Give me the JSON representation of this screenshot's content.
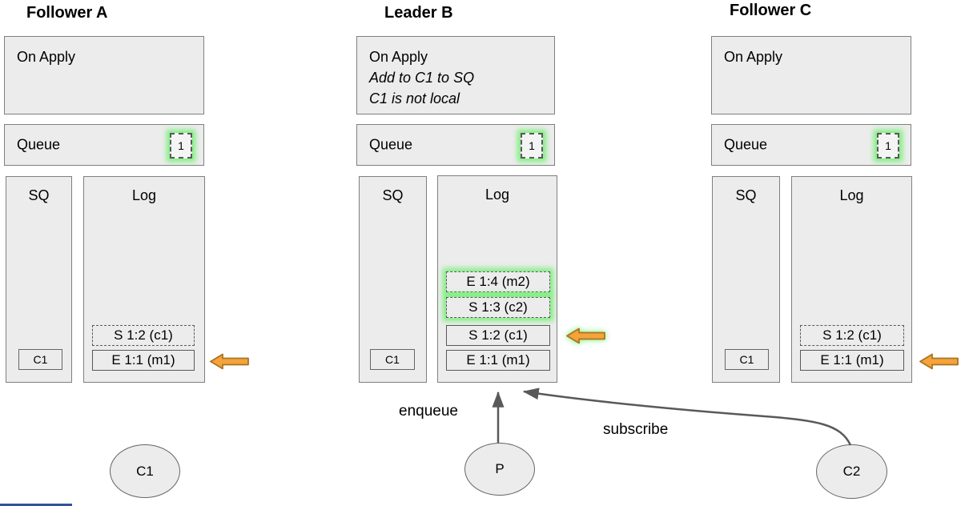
{
  "colors": {
    "box_fill": "#ececec",
    "box_border": "#7f7f7f",
    "entry_border": "#595959",
    "glow_green": "#6ef06e",
    "arrow_orange_fill": "#f6a33b",
    "arrow_orange_border": "#a87422",
    "connector_gray": "#595959",
    "bottom_stripe_blue": "#2f5597"
  },
  "nodes": [
    {
      "title": "Follower A",
      "on_apply": {
        "line1": "On Apply"
      },
      "queue": {
        "label": "Queue",
        "badge": "1"
      },
      "sq": {
        "label": "SQ",
        "item": "C1"
      },
      "log": {
        "label": "Log",
        "entries": [
          {
            "text": "S 1:2 (c1)"
          },
          {
            "text": "E 1:1 (m1)"
          }
        ]
      }
    },
    {
      "title": "Leader B",
      "on_apply": {
        "line1": "On Apply",
        "line2": "Add to C1 to SQ",
        "line3": "C1 is not local"
      },
      "queue": {
        "label": "Queue",
        "badge": "1"
      },
      "sq": {
        "label": "SQ",
        "item": "C1"
      },
      "log": {
        "label": "Log",
        "entries": [
          {
            "text": "E 1:4 (m2)"
          },
          {
            "text": "S 1:3 (c2)"
          },
          {
            "text": "S 1:2 (c1)"
          },
          {
            "text": "E 1:1 (m1)"
          }
        ]
      }
    },
    {
      "title": "Follower C",
      "on_apply": {
        "line1": "On Apply"
      },
      "queue": {
        "label": "Queue",
        "badge": "1"
      },
      "sq": {
        "label": "SQ",
        "item": "C1"
      },
      "log": {
        "label": "Log",
        "entries": [
          {
            "text": "S 1:2 (c1)"
          },
          {
            "text": "E 1:1 (m1)"
          }
        ]
      }
    }
  ],
  "actors": [
    {
      "label": "C1"
    },
    {
      "label": "P"
    },
    {
      "label": "C2"
    }
  ],
  "connectors": {
    "enqueue_label": "enqueue",
    "subscribe_label": "subscribe"
  }
}
